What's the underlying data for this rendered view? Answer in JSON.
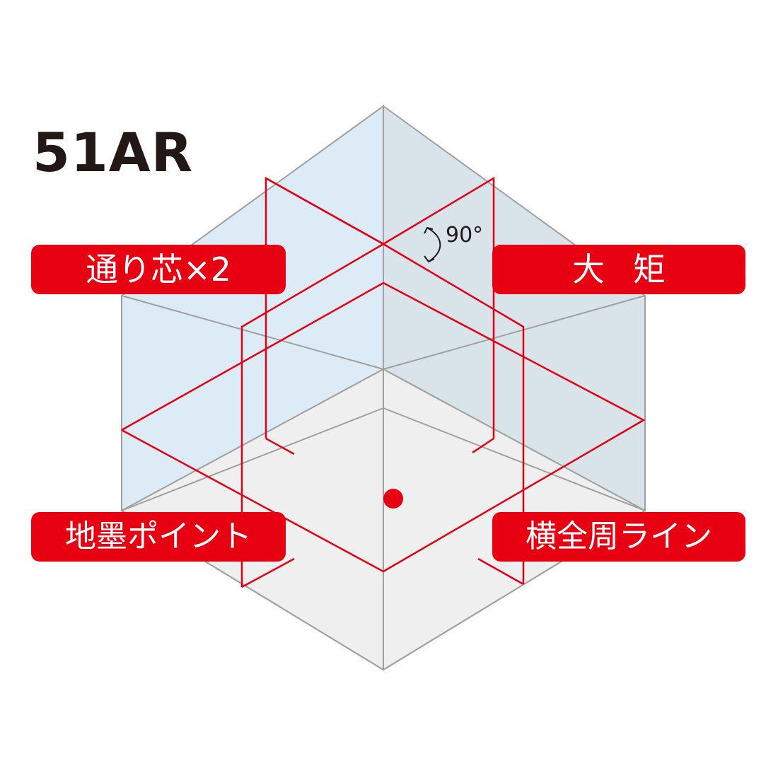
{
  "title": "51AR",
  "labels": {
    "top_left": "通り芯×2",
    "top_right": "大矩",
    "bottom_left": "地墨ポイント",
    "bottom_right": "横全周ライン"
  },
  "angle_label": "90°",
  "colors": {
    "laser": "#e60012",
    "wall_left": "#dcebf5",
    "wall_right": "#d9e3ea",
    "floor": "#efefef",
    "edge": "#a0a0a0",
    "title": "#231815"
  }
}
